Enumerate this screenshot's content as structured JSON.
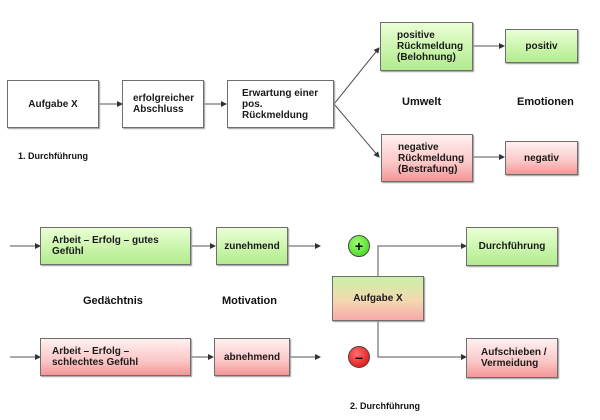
{
  "section1": {
    "caption": "1. Durchführung",
    "boxes": {
      "task": "Aufgabe X",
      "completion": "erfolgreicher Abschluss",
      "expectation": "Erwartung einer pos. Rückmeldung",
      "positive_feedback": "positive Rückmeldung (Belohnung)",
      "negative_feedback": "negative Rückmeldung (Bestrafung)",
      "positive_emotion": "positiv",
      "negative_emotion": "negativ"
    },
    "column_labels": {
      "environment": "Umwelt",
      "emotions": "Emotionen"
    }
  },
  "section2": {
    "caption": "2. Durchführung",
    "boxes": {
      "good_memory": "Arbeit – Erfolg – gutes Gefühl",
      "bad_memory": "Arbeit – Erfolg – schlechtes Gefühl",
      "increasing": "zunehmend",
      "decreasing": "abnehmend",
      "task": "Aufgabe X",
      "execution": "Durchführung",
      "avoidance": "Aufschieben / Vermeidung"
    },
    "column_labels": {
      "memory": "Gedächtnis",
      "motivation": "Motivation"
    },
    "signs": {
      "plus": "+",
      "minus": "–"
    }
  },
  "colors": {
    "positive": "#c8f4a8",
    "negative": "#fbc7c7",
    "plus_circle": "#38d11b",
    "minus_circle": "#e00000",
    "line": "#555555"
  }
}
